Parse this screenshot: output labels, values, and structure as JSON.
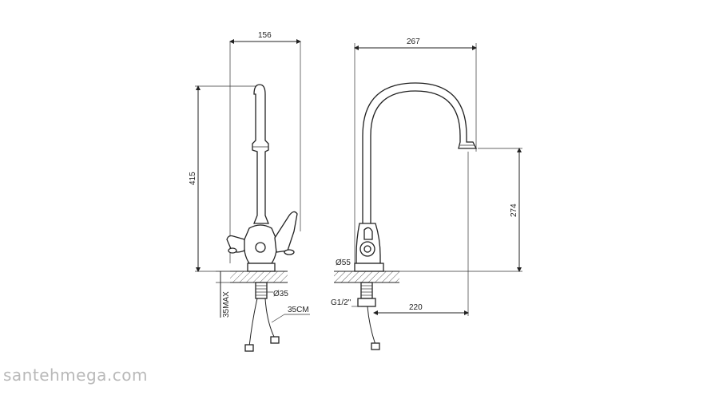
{
  "dimensions": {
    "left_width": "156",
    "left_height": "415",
    "left_max": "35MAX",
    "left_hole": "Ø35",
    "left_hose": "35CM",
    "right_width": "267",
    "right_spout_height": "274",
    "right_base": "Ø55",
    "right_thread": "G1/2\"",
    "right_reach": "220"
  },
  "watermark": "santehmega.com"
}
